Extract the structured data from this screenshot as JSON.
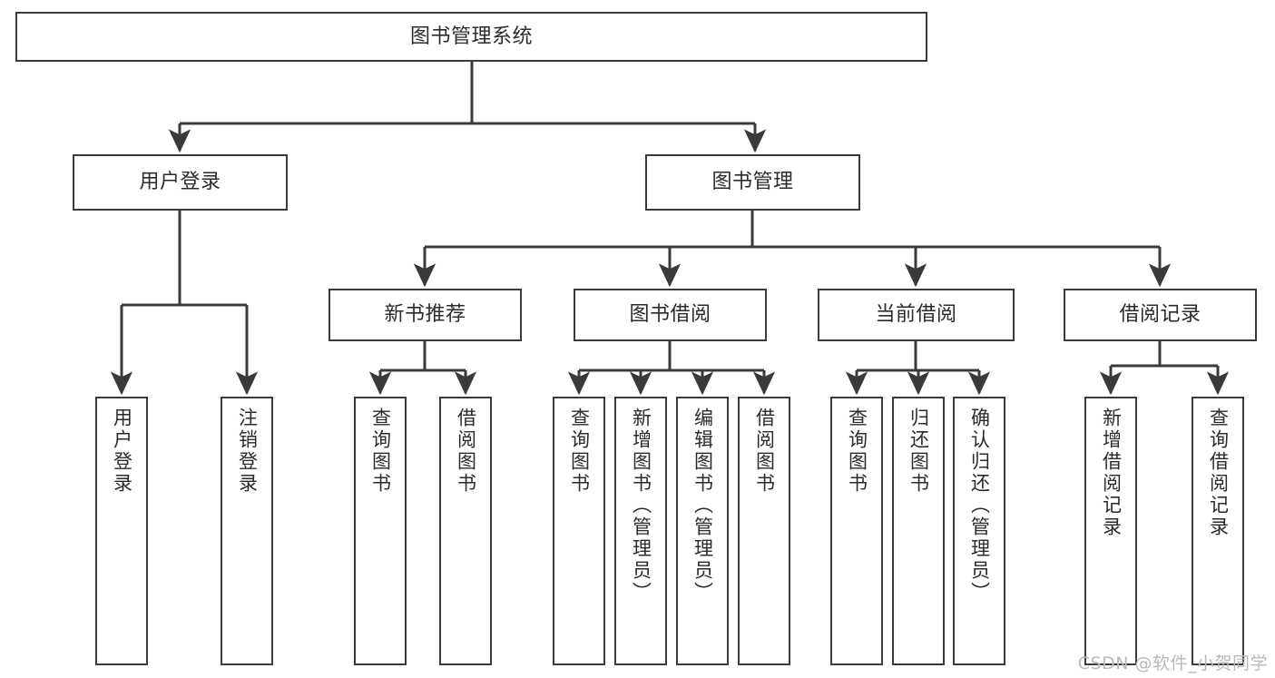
{
  "diagram": {
    "type": "tree",
    "title": "图书管理系统",
    "orientation": "top-down",
    "line_color": "#3a3a3a",
    "box_fill": "#ffffff",
    "text_color": "#2b2b2b",
    "arrow_style": "filled-triangle",
    "levels": 4
  },
  "root": {
    "label": "图书管理系统"
  },
  "level2": [
    {
      "label": "用户登录"
    },
    {
      "label": "图书管理"
    }
  ],
  "level3": [
    {
      "label": "新书推荐"
    },
    {
      "label": "图书借阅"
    },
    {
      "label": "当前借阅"
    },
    {
      "label": "借阅记录"
    }
  ],
  "leaves": {
    "user_login": [
      {
        "label": "用户登录"
      },
      {
        "label": "注销登录"
      }
    ],
    "new_book_recommend": [
      {
        "label": "查询图书"
      },
      {
        "label": "借阅图书"
      }
    ],
    "book_borrow": [
      {
        "label": "查询图书"
      },
      {
        "label": "新增图书（管理员）"
      },
      {
        "label": "编辑图书（管理员）"
      },
      {
        "label": "借阅图书"
      }
    ],
    "current_borrow": [
      {
        "label": "查询图书"
      },
      {
        "label": "归还图书"
      },
      {
        "label": "确认归还（管理员）"
      }
    ],
    "borrow_record": [
      {
        "label": "新增借阅记录"
      },
      {
        "label": "查询借阅记录"
      }
    ]
  },
  "watermark": {
    "text": "CSDN @软件_小贺同学",
    "color": "#b9b9b9"
  }
}
